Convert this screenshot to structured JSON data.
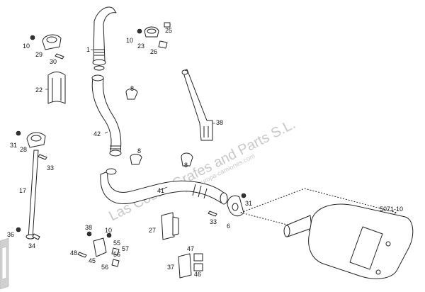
{
  "diagram": {
    "reference": "5071-10",
    "watermark_main": "Las Cosas Grafes and Parts S.L.",
    "watermark_url": "www.europa-camiones.com",
    "part_labels": {
      "p1": "1",
      "p6": "6",
      "p8a": "8",
      "p8b": "8",
      "p8c": "8",
      "p10a": "10",
      "p10b": "10",
      "p10c": "10",
      "p17": "17",
      "p22": "22",
      "p23": "23",
      "p25": "25",
      "p26": "26",
      "p27": "27",
      "p28": "28",
      "p29": "29",
      "p30": "30",
      "p31a": "31",
      "p31b": "31",
      "p33a": "33",
      "p33b": "33",
      "p34": "34",
      "p36": "36",
      "p37": "37",
      "p38a": "38",
      "p38b": "38",
      "p41": "41",
      "p42": "42",
      "p45": "45",
      "p46": "46",
      "p47": "47",
      "p48": "48",
      "p55": "55",
      "p56a": "56",
      "p56b": "56",
      "p57": "57"
    }
  },
  "colors": {
    "line": "#222222",
    "label": "#111111",
    "watermark": "#c8c8c8",
    "background": "#ffffff"
  }
}
